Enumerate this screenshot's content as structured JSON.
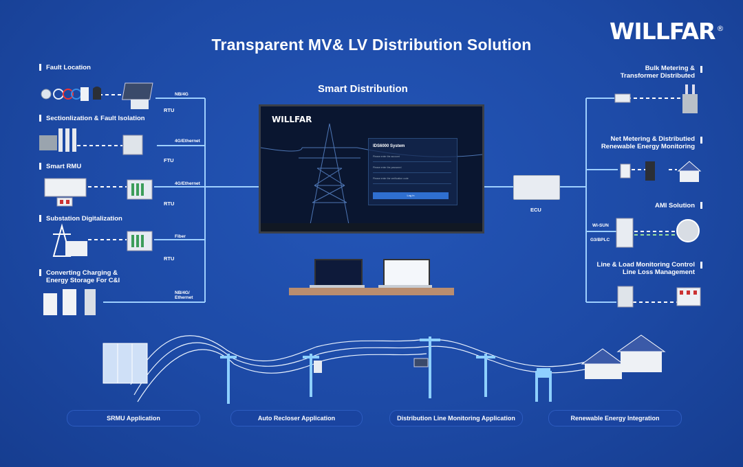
{
  "title": "Transparent MV& LV Distribution Solution",
  "logo": {
    "text": "WILLFAR",
    "reg": "®"
  },
  "center_title": "Smart Distribution",
  "screen": {
    "logo": "WILLFAR",
    "login_title": "IDS6000 System",
    "field_account": "Please enter the account",
    "field_password": "Please enter the password",
    "field_code": "Please enter the verification code",
    "login_button": "Log in"
  },
  "left_sections": [
    {
      "title": "Fault Location",
      "link": "NB/4G",
      "device": "RTU"
    },
    {
      "title": "Sectionlization & Fault Isolation",
      "link": "4G/Ethernet",
      "device": "FTU"
    },
    {
      "title": "Smart RMU",
      "link": "4G/Ethernet",
      "device": "RTU"
    },
    {
      "title": "Substation Digitalization",
      "link": "Fiber",
      "device": "RTU"
    },
    {
      "title_line1": "Converting  Charging &",
      "title_line2": "Energy Storage For C&I",
      "link_line1": "NB/4G/",
      "link_line2": "Ethernet"
    }
  ],
  "right_sections": [
    {
      "title_line1": "Bulk Metering &",
      "title_line2": "Transformer Distributed"
    },
    {
      "title_line1": "Net Metering & Distributied",
      "title_line2": "Renewable Energy Monitoring"
    },
    {
      "title": "AMI Solution",
      "link_top": "Wi-SUN",
      "link_bottom": "G3/BPLC"
    },
    {
      "title_line1": "Line & Load Monitoring Control",
      "title_line2": "Line Loss Management"
    }
  ],
  "ecu_label": "ECU",
  "bottom_apps": [
    "SRMU Application",
    "Auto Recloser Application",
    "Distribution Line Monitoring Application",
    "Renewable Energy Integration"
  ],
  "colors": {
    "background": "#1d4aa6",
    "line": "#9fd0ff",
    "pill": "#1a44a0"
  }
}
